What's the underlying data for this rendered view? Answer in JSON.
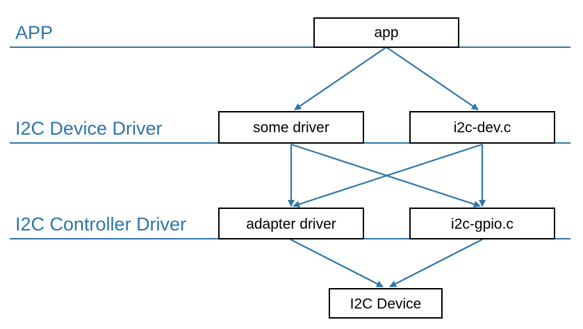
{
  "colors": {
    "accent": "#2e75a8",
    "box_border": "#000000",
    "background": "#ffffff"
  },
  "layers": [
    {
      "id": "app",
      "label": "APP"
    },
    {
      "id": "device",
      "label": "I2C Device Driver"
    },
    {
      "id": "controller",
      "label": "I2C Controller Driver"
    }
  ],
  "nodes": [
    {
      "id": "app",
      "label": "app"
    },
    {
      "id": "some_driver",
      "label": "some driver"
    },
    {
      "id": "i2c_dev",
      "label": "i2c-dev.c"
    },
    {
      "id": "adapter_driver",
      "label": "adapter driver"
    },
    {
      "id": "i2c_gpio",
      "label": "i2c-gpio.c"
    },
    {
      "id": "i2c_device",
      "label": "I2C Device"
    }
  ],
  "edges": [
    {
      "from": "app",
      "to": "some_driver"
    },
    {
      "from": "app",
      "to": "i2c_dev"
    },
    {
      "from": "some_driver",
      "to": "adapter_driver"
    },
    {
      "from": "some_driver",
      "to": "i2c_gpio"
    },
    {
      "from": "i2c_dev",
      "to": "adapter_driver"
    },
    {
      "from": "i2c_dev",
      "to": "i2c_gpio"
    },
    {
      "from": "adapter_driver",
      "to": "i2c_device"
    },
    {
      "from": "i2c_gpio",
      "to": "i2c_device"
    }
  ]
}
